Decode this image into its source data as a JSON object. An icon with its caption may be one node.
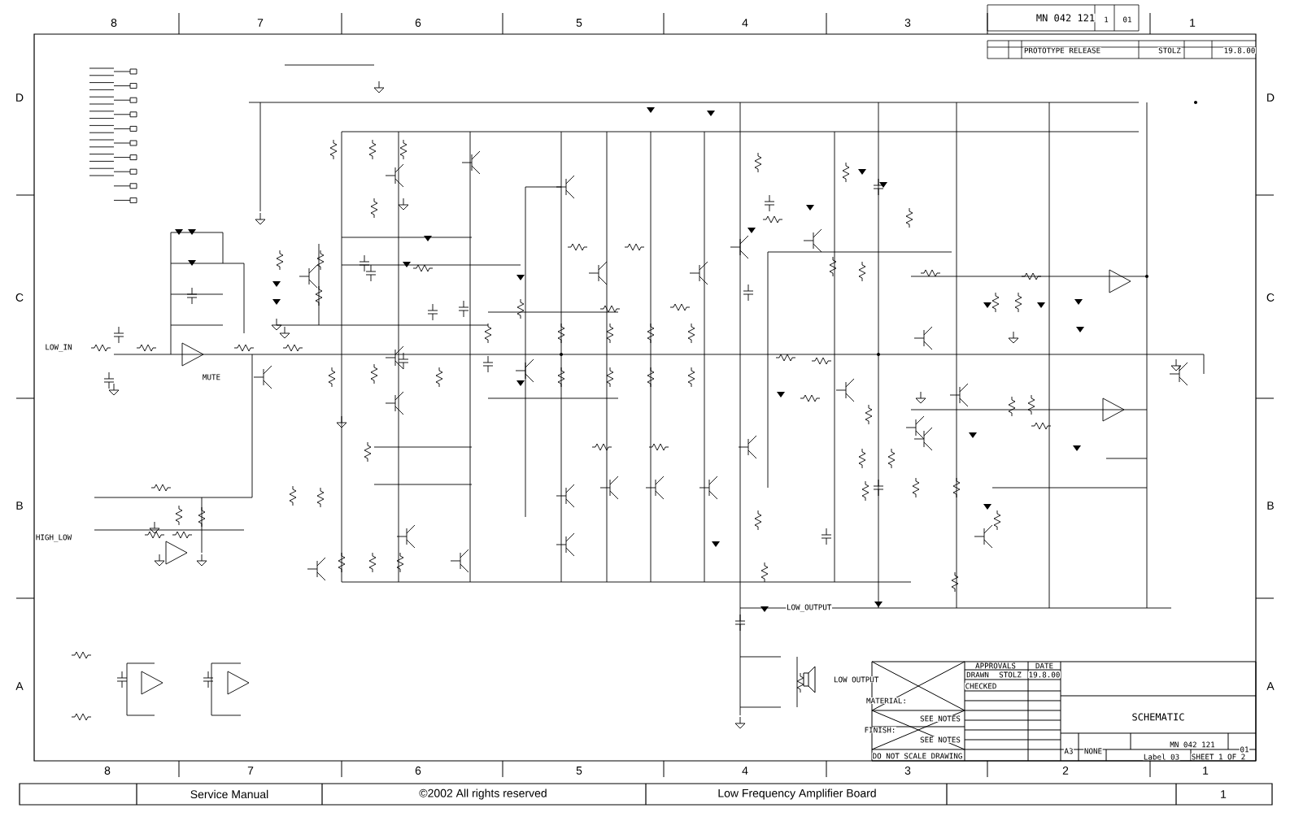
{
  "diagram": {
    "title": "Low Frequency Amplifier Board",
    "labels": [
      "8",
      "7",
      "6",
      "5",
      "4",
      "3",
      "1",
      "8",
      "7",
      "6",
      "5",
      "4",
      "3",
      "2",
      "1",
      "D",
      "C",
      "B",
      "A",
      "D",
      "C",
      "B",
      "A",
      "MN 042 121",
      "1",
      "01",
      "PROTOTYPE RELEASE",
      "STOLZ",
      "19.8.00",
      "APPROVALS",
      "DATE",
      "DRAWN",
      "STOLZ",
      "19.8.00",
      "CHECKED",
      "MATERIAL:",
      "SEE NOTES",
      "FINISH:",
      "SEE NOTES",
      "DO NOT SCALE DRAWING",
      "SCHEMATIC",
      "A3",
      "NONE",
      "MN 042 121",
      "01",
      "Label 03",
      "SHEET 1 OF 2",
      "LOW_IN",
      "MUTE",
      "HIGH_LOW",
      "LOW_OUTPUT",
      "LOW OUTPUT",
      "Service Manual",
      "©2002 All rights reserved",
      "1"
    ]
  }
}
